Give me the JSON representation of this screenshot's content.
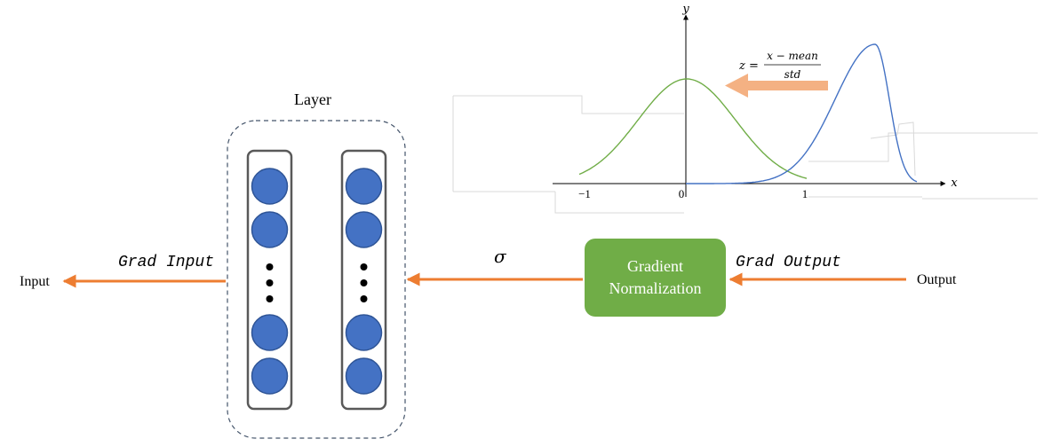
{
  "labels": {
    "layer": "Layer",
    "input": "Input",
    "output": "Output",
    "grad_input": "Grad Input",
    "grad_output": "Grad Output",
    "sigma": "σ",
    "norm_line1": "Gradient",
    "norm_line2": "Normalization"
  },
  "formula": {
    "lhs": "z =",
    "numerator": "x − mean",
    "denominator": "std"
  },
  "plot": {
    "y_axis": "y",
    "x_axis": "x",
    "ticks": [
      "−1",
      "0",
      "1"
    ]
  },
  "colors": {
    "arrow": "#ed7d31",
    "formula_arrow": "#f4b183",
    "neuron_fill": "#4472c4",
    "neuron_stroke": "#2f5597",
    "norm_box": "#70ad47",
    "green_curve": "#70ad47",
    "blue_curve": "#4472c4",
    "dashed_border": "#44546a"
  }
}
